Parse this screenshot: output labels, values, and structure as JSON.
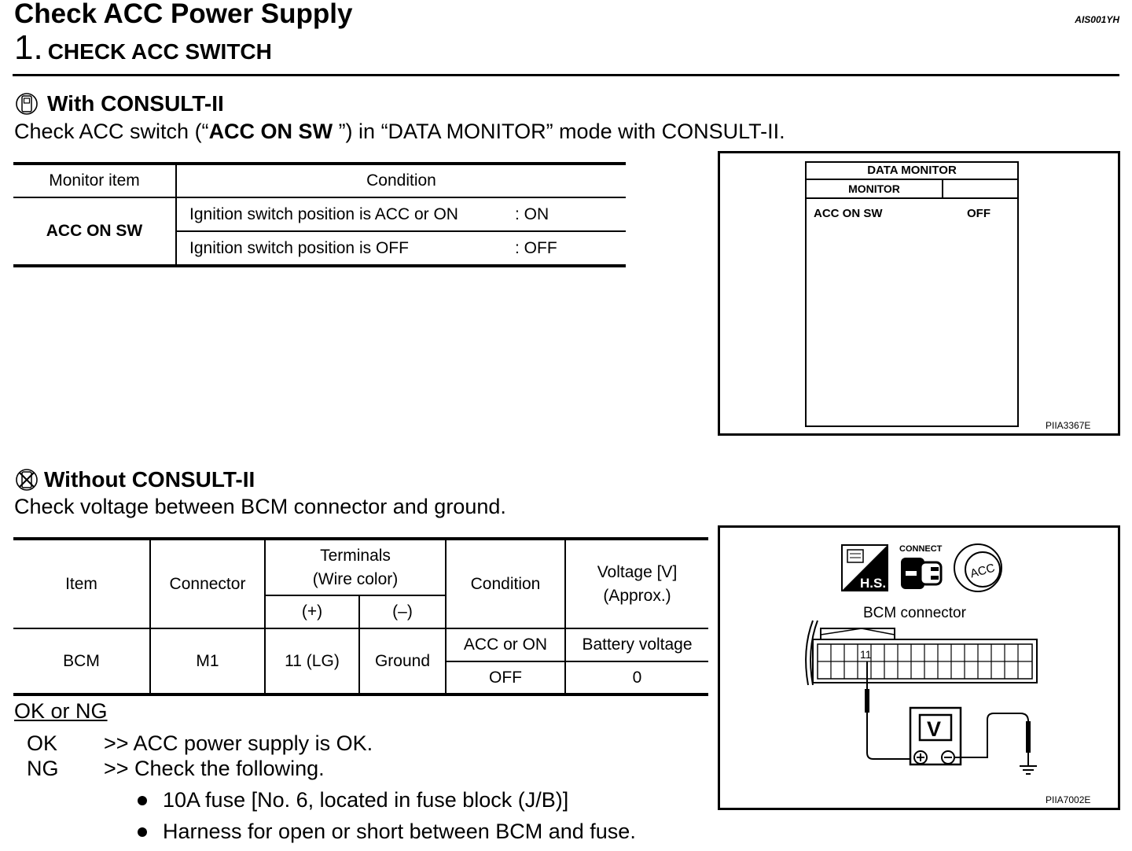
{
  "title": "Check ACC Power Supply",
  "doc_code": "AIS001YH",
  "step": {
    "number": "1.",
    "title": "CHECK ACC SWITCH"
  },
  "with_consult": {
    "heading": "With CONSULT-II",
    "desc_prefix": "Check ACC switch (“",
    "desc_bold": "ACC ON SW",
    "desc_suffix": " ”) in “DATA MONITOR” mode with CONSULT-II.",
    "table": {
      "headers": [
        "Monitor item",
        "Condition"
      ],
      "item": "ACC ON SW",
      "rows": [
        {
          "condition": "Ignition switch position is ACC or ON",
          "value": ": ON"
        },
        {
          "condition": "Ignition switch position is OFF",
          "value": ": OFF"
        }
      ]
    },
    "figure": {
      "screen_title": "DATA MONITOR",
      "monitor_label": "MONITOR",
      "item": "ACC ON SW",
      "value": "OFF",
      "code": "PIIA3367E"
    }
  },
  "without_consult": {
    "heading": "Without CONSULT-II",
    "desc": "Check voltage between BCM connector and ground.",
    "table": {
      "headers": {
        "item": "Item",
        "connector": "Connector",
        "terminals": "Terminals",
        "wire_color": "(Wire color)",
        "plus": "(+)",
        "minus": "(–)",
        "condition": "Condition",
        "voltage": "Voltage [V]",
        "approx": "(Approx.)"
      },
      "item": "BCM",
      "connector": "M1",
      "plus": "11 (LG)",
      "minus": "Ground",
      "rows": [
        {
          "condition": "ACC or ON",
          "voltage": "Battery voltage"
        },
        {
          "condition": "OFF",
          "voltage": "0"
        }
      ]
    },
    "figure": {
      "hs_label": "H.S.",
      "connect_label": "CONNECT",
      "acc_label": "ACC",
      "connector_label": "BCM connector",
      "terminal": "11",
      "meter_label": "V",
      "code": "PIIA7002E"
    }
  },
  "ok_ng": {
    "heading": "OK or NG",
    "ok_label": "OK",
    "ok_text": ">> ACC power supply is OK.",
    "ng_label": "NG",
    "ng_text": ">> Check the following.",
    "bullets": [
      "10A fuse [No. 6, located in fuse block (J/B)]",
      "Harness for open or short between BCM and fuse."
    ]
  }
}
